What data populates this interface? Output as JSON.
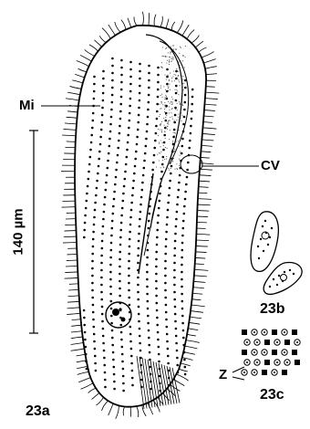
{
  "labels": {
    "mi": "Mi",
    "cv": "CV",
    "z": "Z",
    "fig_a": "23a",
    "fig_b": "23b",
    "fig_c": "23c",
    "scale": "140 µm"
  },
  "icons": {
    "cell": "ciliate-cell-drawing",
    "cyst_small": "cell-inset-icon",
    "granules": "granule-pattern-icon"
  },
  "colors": {
    "ink": "#000000",
    "paper": "#ffffff",
    "stipple": "#444444"
  }
}
